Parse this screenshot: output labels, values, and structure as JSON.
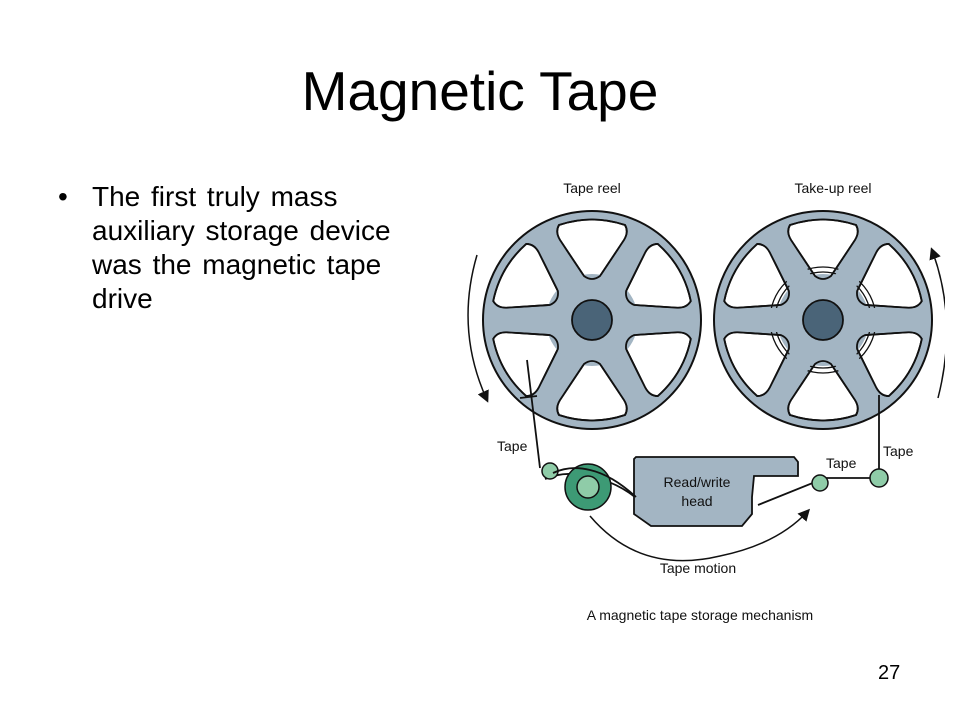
{
  "slide": {
    "title": "Magnetic Tape",
    "bullets": [
      {
        "symbol": "•",
        "text": "The first truly mass auxiliary storage device was the magnetic tape drive"
      }
    ],
    "slide_number": "27"
  },
  "diagram": {
    "labels": {
      "tape_reel": "Tape reel",
      "takeup_reel": "Take-up reel",
      "tape_left": "Tape",
      "tape_right": "Tape",
      "tape_middle": "Tape",
      "head_line1": "Read/write",
      "head_line2": "head",
      "tape_motion": "Tape motion",
      "caption": "A magnetic tape storage mechanism"
    },
    "colors": {
      "reel": "#a3b5c3",
      "hub": "#4a6478",
      "head": "#a3b5c3",
      "roller_light": "#8fcca8",
      "roller_dark": "#3d9a75",
      "stroke": "#111111"
    }
  }
}
